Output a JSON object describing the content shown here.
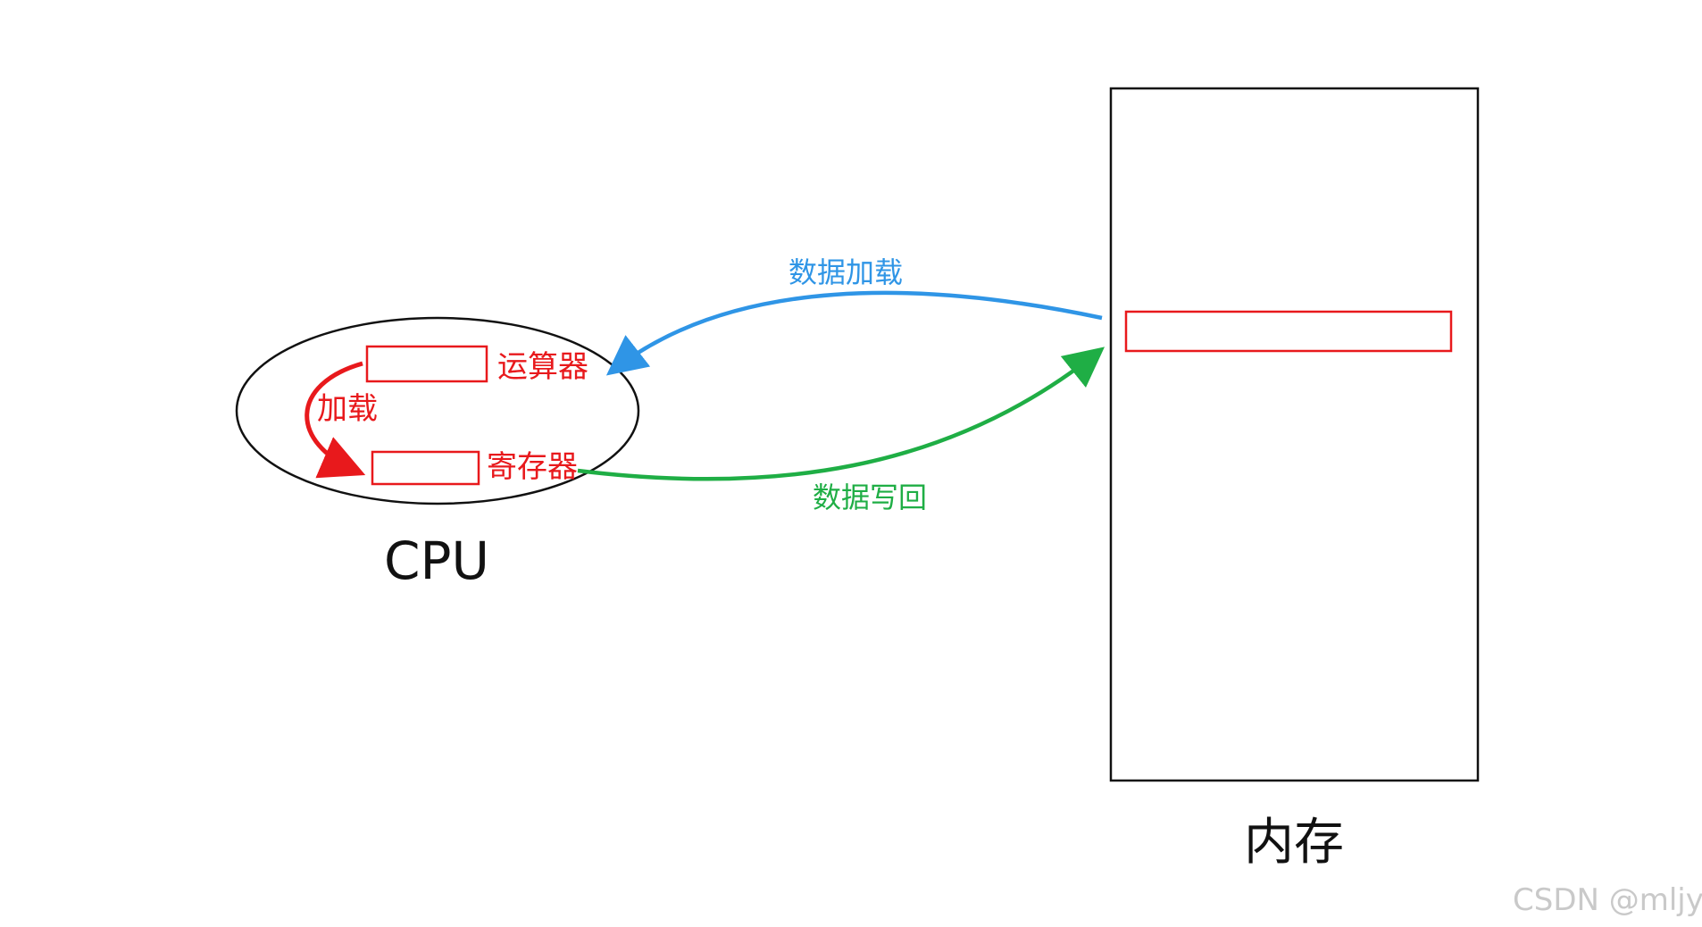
{
  "cpu": {
    "label": "CPU",
    "alu_label": "运算器",
    "register_label": "寄存器",
    "internal_arrow_label": "加载"
  },
  "memory": {
    "label": "内存"
  },
  "arrows": {
    "load": {
      "label": "数据加载",
      "color": "#2f95e6"
    },
    "writeback": {
      "label": "数据写回",
      "color": "#1fae45"
    },
    "internal": {
      "color": "#e8191c"
    }
  },
  "colors": {
    "outline": "#111111",
    "highlight": "#e8191c",
    "watermark": "#c9c9c9"
  },
  "watermark": "CSDN @mljy."
}
